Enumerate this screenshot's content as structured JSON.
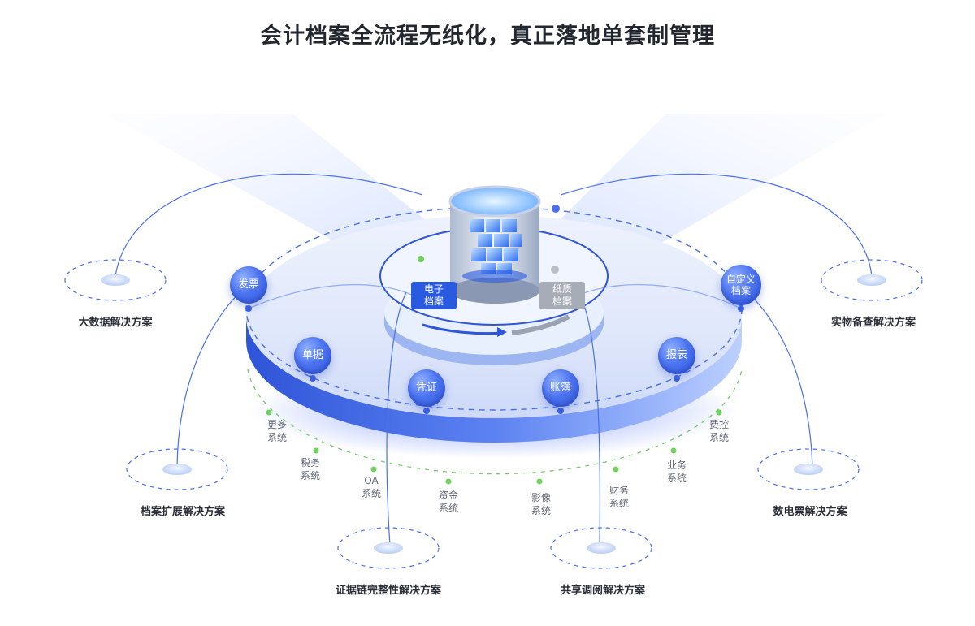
{
  "title": "会计档案全流程无纸化，真正落地单套制管理",
  "solutions": [
    "大数据解决方案",
    "实物备查解决方案",
    "档案扩展解决方案",
    "数电票解决方案",
    "证据链完整性解决方案",
    "共享调阅解决方案"
  ],
  "nodes": {
    "invoice": "发票",
    "document": "单据",
    "voucher": "凭证",
    "ledger": "账簿",
    "report": "报表",
    "custom_archive_line1": "自定义",
    "custom_archive_line2": "档案"
  },
  "center_tags": {
    "electronic_line1": "电子",
    "electronic_line2": "档案",
    "paper_line1": "纸质",
    "paper_line2": "档案"
  },
  "systems": [
    {
      "line1": "更多",
      "line2": "系统"
    },
    {
      "line1": "税务",
      "line2": "系统"
    },
    {
      "line1": "OA",
      "line2": "系统"
    },
    {
      "line1": "资金",
      "line2": "系统"
    },
    {
      "line1": "影像",
      "line2": "系统"
    },
    {
      "line1": "财务",
      "line2": "系统"
    },
    {
      "line1": "业务",
      "line2": "系统"
    },
    {
      "line1": "费控",
      "line2": "系统"
    }
  ],
  "colors": {
    "primary_blue": "#2f55d8",
    "light_blue": "#dce6ff",
    "dash_blue": "#4a6ff0",
    "dash_green": "#7bc96f",
    "title_text": "#23272f",
    "tag_gray": "#a7adb7"
  }
}
